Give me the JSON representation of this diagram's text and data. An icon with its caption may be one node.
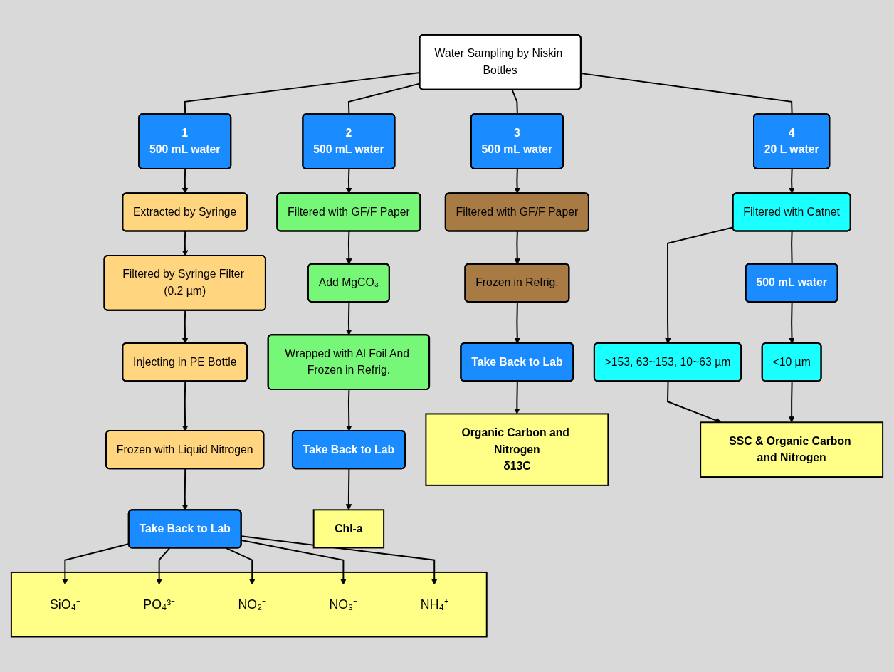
{
  "diagram": {
    "nodes": [
      {
        "text": [
          "Water Sampling by Niskin Bottles"
        ]
      },
      {
        "text": [
          "1",
          "500 mL water"
        ]
      },
      {
        "text": [
          "Extracted by Syringe"
        ]
      },
      {
        "text": [
          "Filtered by Syringe Filter (0.2 µm)"
        ]
      },
      {
        "text": [
          "Injecting in PE Bottle"
        ]
      },
      {
        "text": [
          "Frozen with Liquid Nitrogen"
        ]
      },
      {
        "text": [
          "Take Back to Lab"
        ]
      },
      {
        "text": [],
        "shape": "box"
      },
      {
        "text": [
          "SiO₄⁻"
        ],
        "in": 7
      },
      {
        "text": [
          "PO₄³⁻"
        ],
        "in": 7
      },
      {
        "text": [
          "NO₂⁻"
        ],
        "in": 7
      },
      {
        "text": [
          "NO₃⁻"
        ],
        "in": 7
      },
      {
        "text": [
          "NH₄⁺"
        ],
        "in": 7
      },
      {
        "text": [
          "2",
          "500 mL water"
        ]
      },
      {
        "text": [
          "Filtered with GF/F Paper"
        ]
      },
      {
        "text": [
          "Add MgCO₃"
        ]
      },
      {
        "text": [
          "Wrapped with Al Foil And Frozen in Refrig."
        ]
      },
      {
        "text": [
          "Take Back to Lab"
        ]
      },
      {
        "text": [
          "Chl-a"
        ]
      },
      {
        "text": [
          "3",
          "500 mL water"
        ]
      },
      {
        "text": [
          "Filtered with GF/F Paper"
        ]
      },
      {
        "text": [
          "Frozen in Refrig."
        ]
      },
      {
        "text": [
          "Take Back to Lab"
        ]
      },
      {
        "text": [
          "Organic Carbon and Nitrogen",
          "δ13C"
        ]
      },
      {
        "text": [
          "4",
          "20 L water"
        ]
      },
      {
        "text": [
          "Filtered with Catnet"
        ]
      },
      {
        "text": [
          ">153, 63~153, 10~63 µm"
        ]
      },
      {
        "text": [
          "500 mL water"
        ]
      },
      {
        "text": [
          "<10 µm"
        ]
      },
      {
        "text": [
          "SSC & Organic Carbon and Nitrogen"
        ]
      }
    ],
    "edges": [
      {
        "from": 0,
        "to": 1,
        "arrow": "none"
      },
      {
        "from": 0,
        "to": 13,
        "arrow": "none"
      },
      {
        "from": 0,
        "to": 19,
        "arrow": "none"
      },
      {
        "from": 0,
        "to": 24,
        "arrow": "none"
      },
      {
        "from": 1,
        "to": 2,
        "arrow": "to"
      },
      {
        "from": 2,
        "to": 3,
        "arrow": "to"
      },
      {
        "from": 3,
        "to": 4,
        "arrow": "to"
      },
      {
        "from": 4,
        "to": 5,
        "arrow": "to"
      },
      {
        "from": 5,
        "to": 6,
        "arrow": "to"
      },
      {
        "from": 6,
        "to": 8,
        "arrow": "to"
      },
      {
        "from": 6,
        "to": 9,
        "arrow": "to"
      },
      {
        "from": 6,
        "to": 10,
        "arrow": "to"
      },
      {
        "from": 6,
        "to": 11,
        "arrow": "to"
      },
      {
        "from": 6,
        "to": 12,
        "arrow": "to"
      },
      {
        "from": 13,
        "to": 14,
        "arrow": "to"
      },
      {
        "from": 14,
        "to": 15,
        "arrow": "to"
      },
      {
        "from": 15,
        "to": 16,
        "arrow": "to"
      },
      {
        "from": 16,
        "to": 17,
        "arrow": "to"
      },
      {
        "from": 17,
        "to": 18,
        "arrow": "to"
      },
      {
        "from": 19,
        "to": 20,
        "arrow": "to"
      },
      {
        "from": 20,
        "to": 21,
        "arrow": "to"
      },
      {
        "from": 21,
        "to": 22,
        "arrow": "to"
      },
      {
        "from": 22,
        "to": 23,
        "arrow": "to"
      },
      {
        "from": 24,
        "to": 25,
        "arrow": "to"
      },
      {
        "from": 25,
        "to": 26,
        "arrow": "to"
      },
      {
        "from": 25,
        "to": 27,
        "arrow": "none"
      },
      {
        "from": 26,
        "to": 29,
        "arrow": "to"
      },
      {
        "from": 27,
        "to": 28,
        "arrow": "to"
      },
      {
        "from": 28,
        "to": 29,
        "arrow": "to"
      }
    ]
  }
}
